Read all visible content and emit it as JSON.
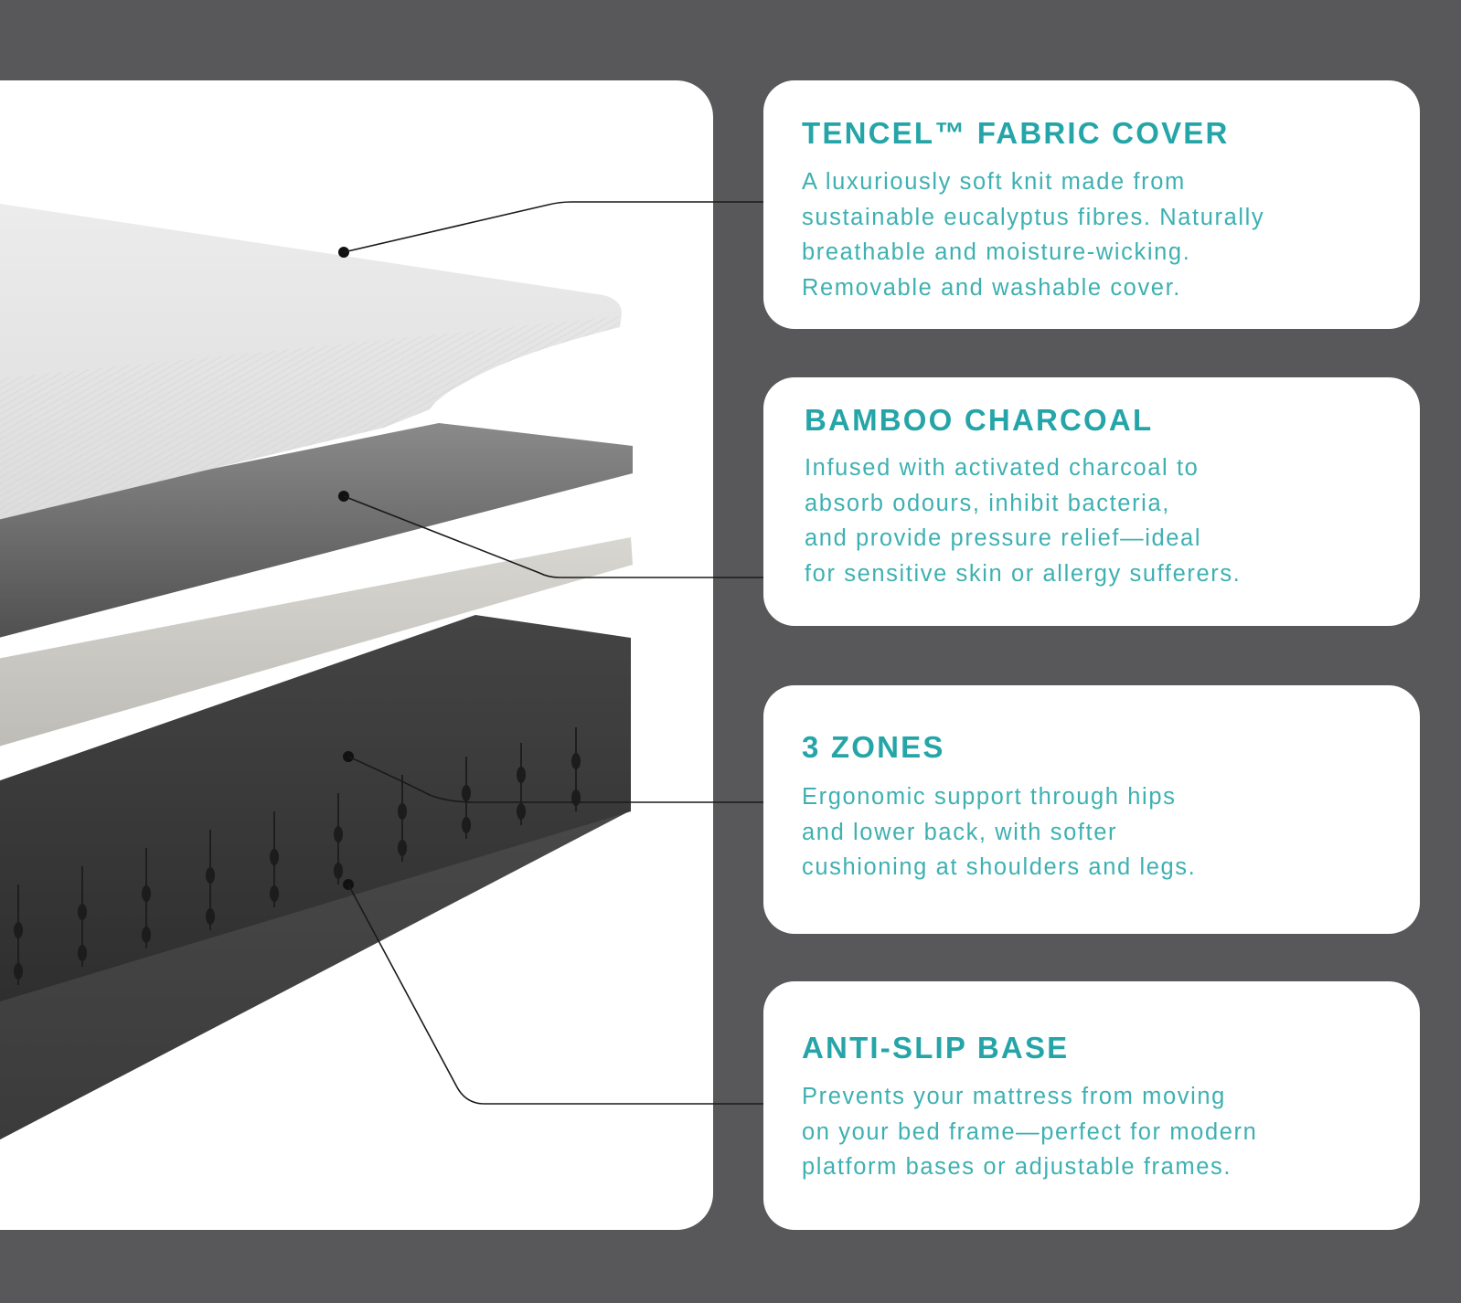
{
  "colors": {
    "background": "#58585a",
    "panel": "#ffffff",
    "accent_title": "#25a5a8",
    "accent_body": "#3eb0b1",
    "leader_line": "#1a1a1a"
  },
  "illustration": {
    "subject": "mattress-layers-exploded-view",
    "layers": [
      {
        "name": "tencel-fabric-cover",
        "color": "#e4e4e4"
      },
      {
        "name": "bamboo-charcoal-foam",
        "color": "#6a6a6a"
      },
      {
        "name": "comfort-foam",
        "color": "#cfcdc8"
      },
      {
        "name": "3-zone-support-foam",
        "color": "#3a3a3a"
      },
      {
        "name": "anti-slip-base",
        "color": "#4a4a4a"
      }
    ]
  },
  "features": [
    {
      "title": "TENCEL™ FABRIC COVER",
      "body": "A luxuriously soft knit made from\nsustainable eucalyptus fibres. Naturally\nbreathable and moisture-wicking.\nRemovable and washable cover."
    },
    {
      "title": "BAMBOO CHARCOAL",
      "body": "Infused with activated charcoal to\nabsorb odours, inhibit bacteria,\nand provide pressure relief—ideal\nfor sensitive skin or allergy sufferers."
    },
    {
      "title": "3 ZONES",
      "body": "Ergonomic support through hips\nand lower back, with softer\ncushioning at shoulders and legs."
    },
    {
      "title": "ANTI-SLIP BASE",
      "body": "Prevents your mattress from moving\non your bed frame—perfect for modern\nplatform bases or adjustable frames."
    }
  ]
}
